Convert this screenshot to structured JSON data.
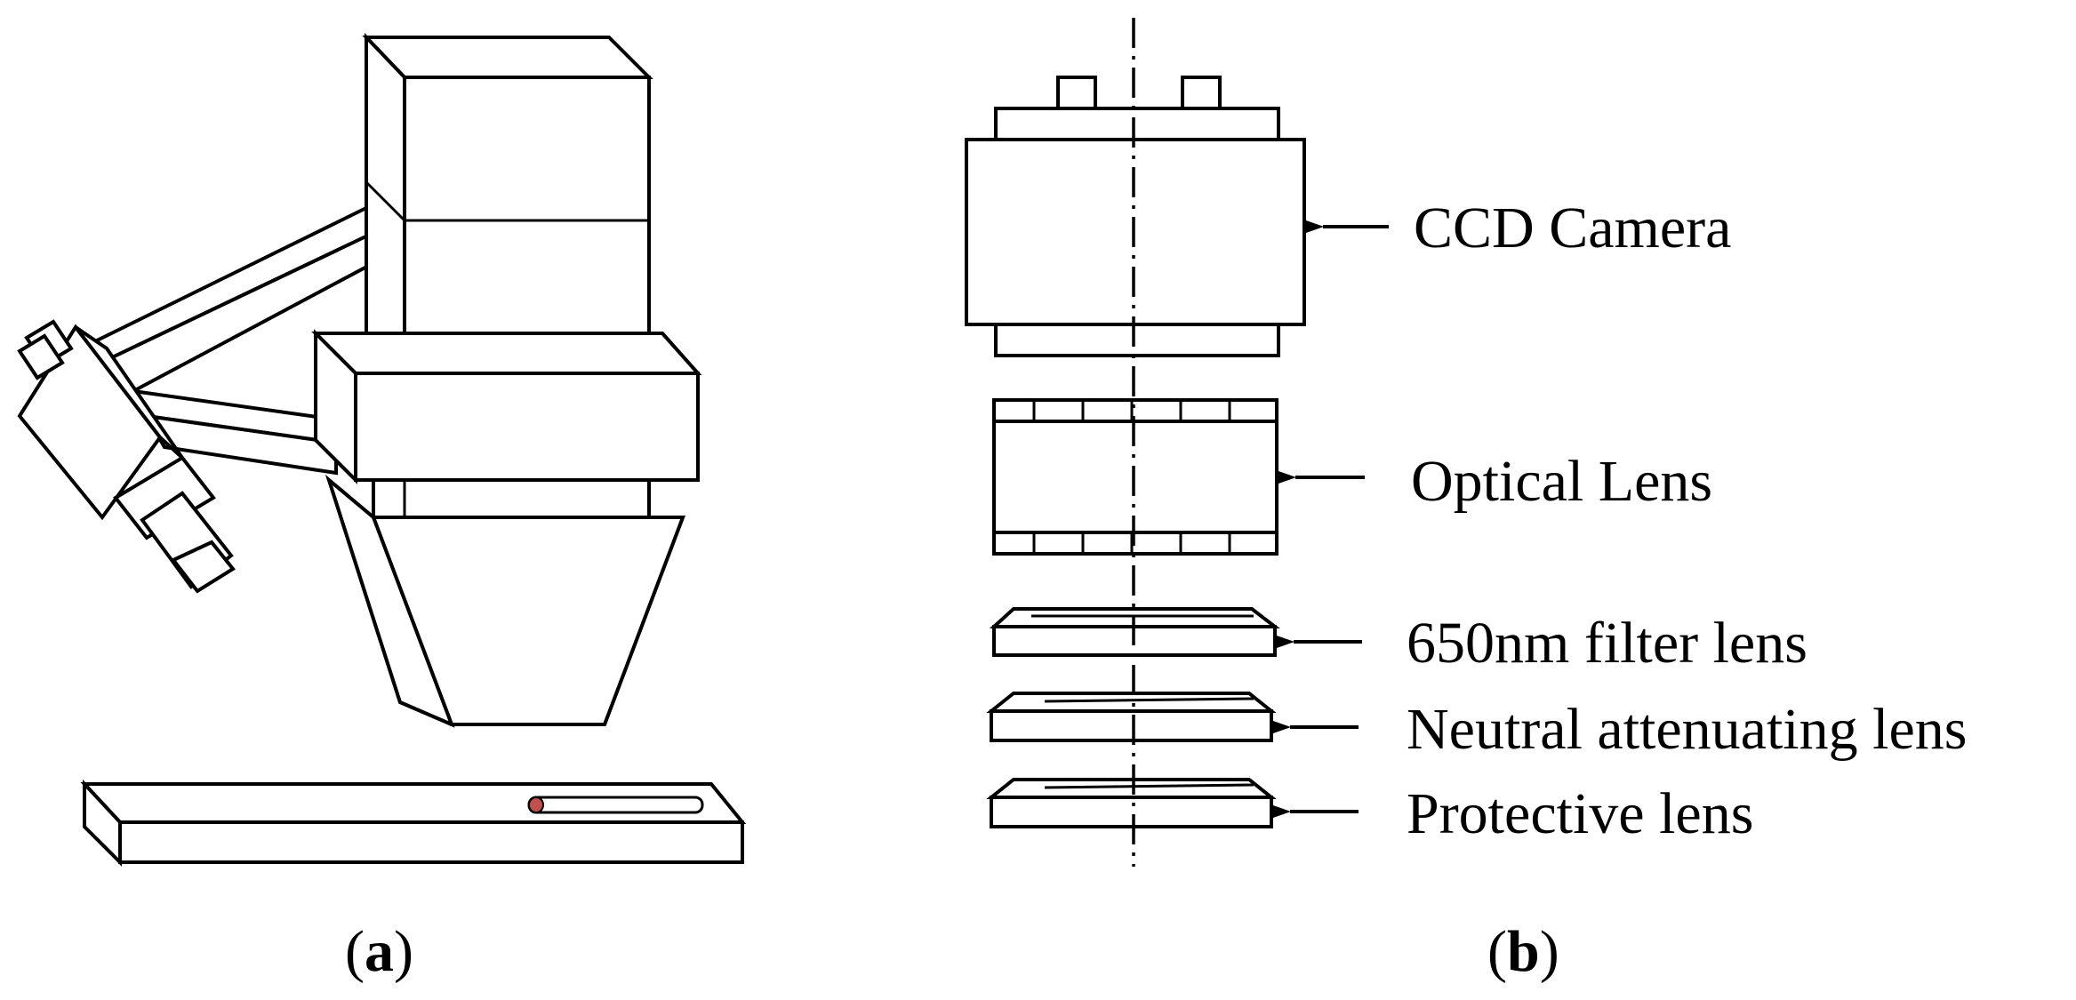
{
  "panel_a": {
    "caption_open": "(",
    "caption_letter": "a",
    "caption_close": ")"
  },
  "panel_b": {
    "caption_open": "(",
    "caption_letter": "b",
    "caption_close": ")",
    "labels": {
      "ccd_camera": "CCD Camera",
      "optical_lens": "Optical Lens",
      "filter_lens": "650nm filter lens",
      "neutral_lens": "Neutral attenuating lens",
      "protective_lens": "Protective lens"
    }
  },
  "colors": {
    "line": "#000000",
    "background": "#ffffff",
    "sample_marker": "#c0504d"
  }
}
